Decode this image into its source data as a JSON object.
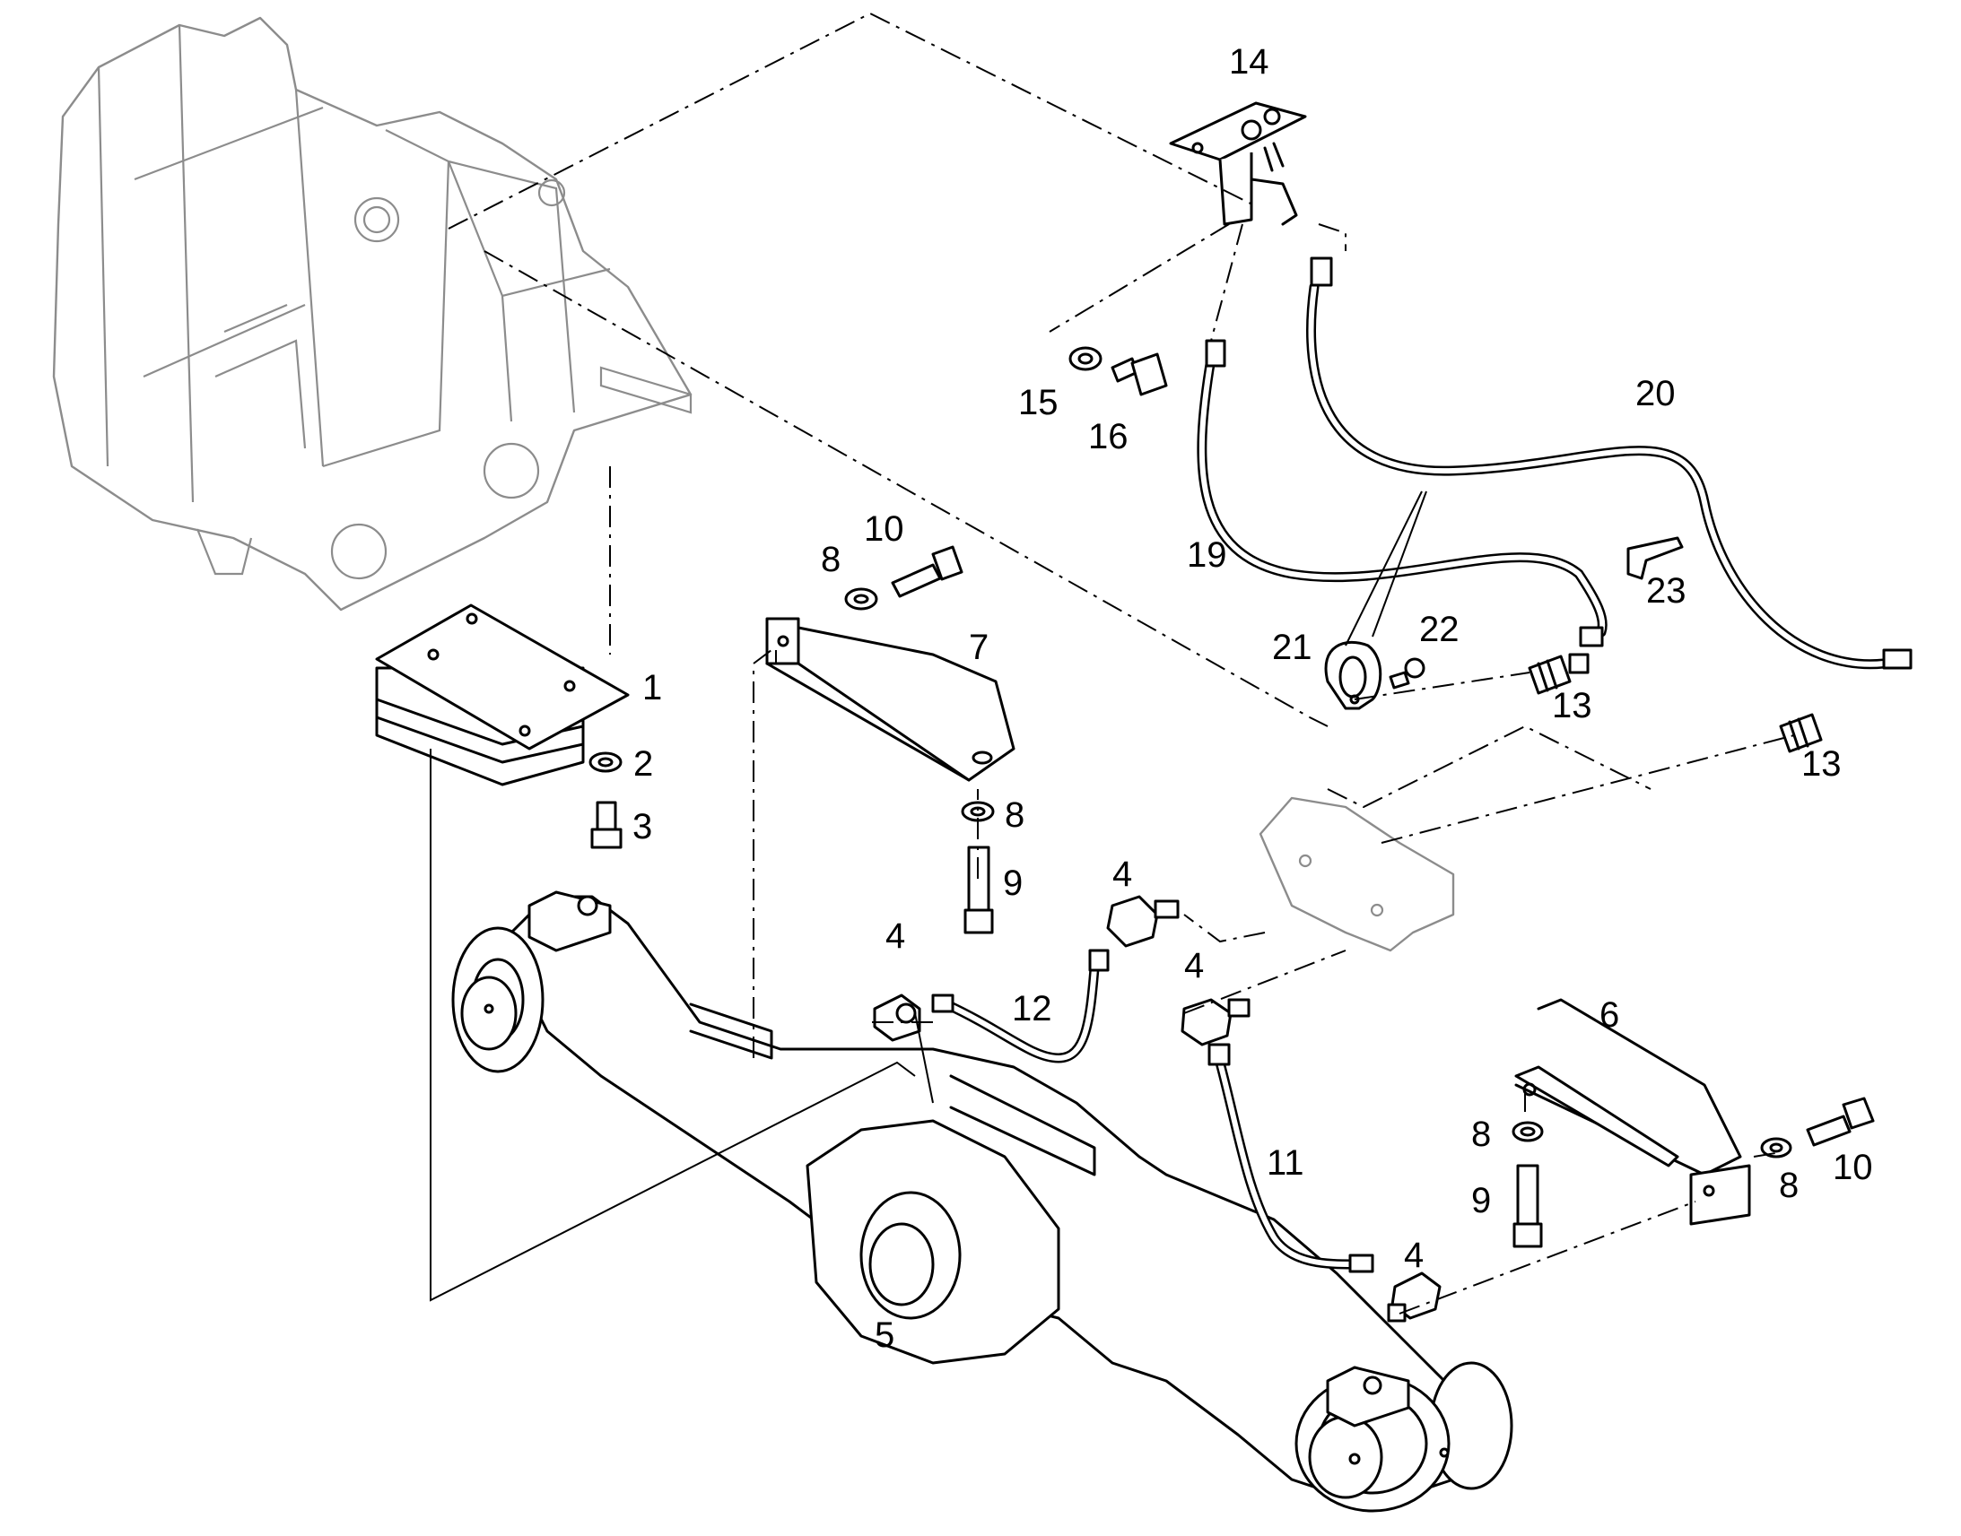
{
  "callouts": {
    "c1": "1",
    "c2": "2",
    "c3": "3",
    "c4a": "4",
    "c4b": "4",
    "c4c": "4",
    "c4d": "4",
    "c5": "5",
    "c6": "6",
    "c7": "7",
    "c8a": "8",
    "c8b": "8",
    "c8c": "8",
    "c8d": "8",
    "c9a": "9",
    "c9b": "9",
    "c10a": "10",
    "c10b": "10",
    "c11": "11",
    "c12": "12",
    "c13a": "13",
    "c13b": "13",
    "c14": "14",
    "c15": "15",
    "c16": "16",
    "c19": "19",
    "c20": "20",
    "c21": "21",
    "c22": "22",
    "c23": "23"
  },
  "colors": {
    "line": "#000000",
    "frame": "#8c8c8c",
    "background": "#ffffff"
  }
}
